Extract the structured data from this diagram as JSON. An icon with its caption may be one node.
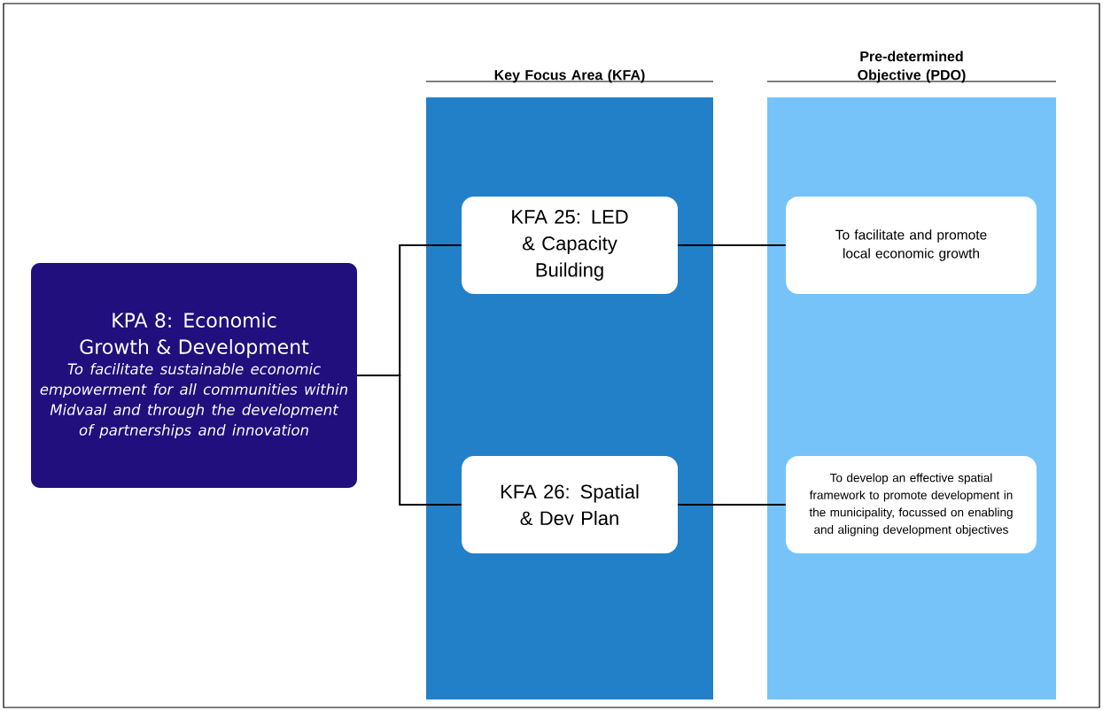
{
  "diagram": {
    "nodes": [
      {
        "text": [
          "KPA 8:  Economic Growth & Development",
          "To facilitate sustainable economic empowerment for all communities within Midvaal and through the development of partnerships and innovation"
        ]
      },
      {
        "text": [
          "Key Focus Area (KFA)"
        ]
      },
      {
        "text": [
          "KFA 25: LED & Capacity Building"
        ],
        "in": 1
      },
      {
        "text": [
          "KFA 26: Spatial & Dev Plan"
        ],
        "in": 1
      },
      {
        "text": [
          "Pre-determined Objective (PDO)"
        ]
      },
      {
        "text": [
          "To facilitate and promote local economic growth"
        ],
        "in": 4
      },
      {
        "text": [
          "To develop an effective spatial framework to promote development in the municipality, focussed on enabling and aligning development objectives"
        ],
        "in": 4
      }
    ],
    "edges": [
      {
        "from": 0,
        "to": 2,
        "arrow": "none"
      },
      {
        "from": 0,
        "to": 3,
        "arrow": "none"
      },
      {
        "from": 2,
        "to": 5,
        "arrow": "none"
      },
      {
        "from": 3,
        "to": 6,
        "arrow": "none"
      }
    ]
  }
}
